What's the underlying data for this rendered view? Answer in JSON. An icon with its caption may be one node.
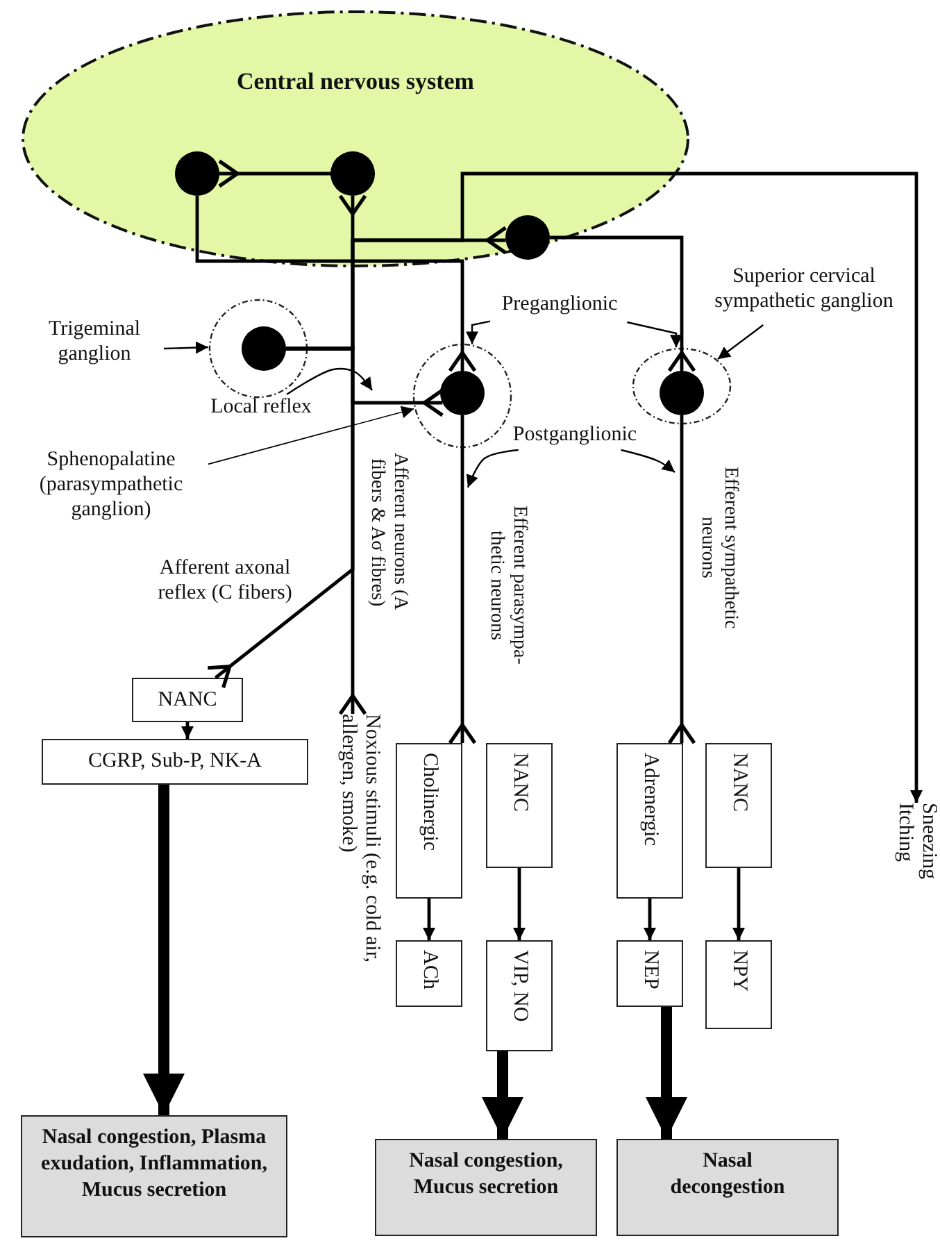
{
  "diagram": {
    "nodes": [
      {
        "text": [
          "Central nervous system"
        ]
      },
      {
        "text": [],
        "shape": "circle",
        "in": 0
      },
      {
        "text": [],
        "shape": "circle",
        "in": 0
      },
      {
        "text": [],
        "shape": "circle",
        "in": 0
      },
      {
        "text": [
          "Trigeminal ganglion"
        ]
      },
      {
        "text": [],
        "shape": "circle"
      },
      {
        "text": [],
        "shape": "circle",
        "in": 5
      },
      {
        "text": [
          "Preganglionic"
        ]
      },
      {
        "text": [
          "Superior cervical sympathetic ganglion"
        ]
      },
      {
        "text": [],
        "shape": "circle"
      },
      {
        "text": [],
        "shape": "circle",
        "in": 9
      },
      {
        "text": [],
        "shape": "circle"
      },
      {
        "text": [],
        "shape": "circle",
        "in": 11
      },
      {
        "text": [
          "Local reflex"
        ]
      },
      {
        "text": [
          "Sphenopalatine (parasympathetic ganglion)"
        ]
      },
      {
        "text": [
          "Postganglionic"
        ]
      },
      {
        "text": [
          "NANC"
        ]
      },
      {
        "text": [
          "CGRP, Sub-P, NK-A"
        ]
      },
      {
        "text": [
          "Noxious stimuli (e.g. cold air, allergen, smoke)"
        ]
      },
      {
        "text": [
          "Cholinergic"
        ]
      },
      {
        "text": [
          "NANC"
        ]
      },
      {
        "text": [
          "Adrenergic"
        ]
      },
      {
        "text": [
          "NANC"
        ]
      },
      {
        "text": [
          "Sneezing Itching"
        ]
      },
      {
        "text": [
          "ACh"
        ]
      },
      {
        "text": [
          "VIP, NO"
        ]
      },
      {
        "text": [
          "NEP"
        ]
      },
      {
        "text": [
          "NPY"
        ]
      },
      {
        "text": [
          "Nasal congestion, Plasma exudation, Inflammation, Mucus secretion"
        ]
      },
      {
        "text": [
          "Nasal congestion, Mucus secretion"
        ]
      },
      {
        "text": [
          "Nasal decongestion"
        ]
      }
    ],
    "edges": [
      {
        "from": 2,
        "to": 1,
        "arrow": "other"
      },
      {
        "from": 1,
        "to": 10,
        "arrow": "other"
      },
      {
        "from": 6,
        "to": 2,
        "arrow": "other"
      },
      {
        "from": 6,
        "to": 10,
        "arrow": "other"
      },
      {
        "from": 6,
        "to": 3,
        "arrow": "other"
      },
      {
        "from": 6,
        "to": 23,
        "arrow": "to"
      },
      {
        "from": 6,
        "to": 16,
        "arrow": "other"
      },
      {
        "from": 6,
        "to": 18,
        "arrow": "other"
      },
      {
        "from": 3,
        "to": 12,
        "arrow": "other"
      },
      {
        "from": 10,
        "to": 19,
        "arrow": "other"
      },
      {
        "from": 12,
        "to": 21,
        "arrow": "other"
      },
      {
        "from": 16,
        "to": 17,
        "arrow": "to"
      },
      {
        "from": 19,
        "to": 24,
        "arrow": "to"
      },
      {
        "from": 20,
        "to": 25,
        "arrow": "to"
      },
      {
        "from": 21,
        "to": 26,
        "arrow": "to"
      },
      {
        "from": 22,
        "to": 27,
        "arrow": "to"
      },
      {
        "from": 17,
        "to": 28,
        "arrow": "to",
        "style": "thick"
      },
      {
        "from": 25,
        "to": 29,
        "arrow": "to",
        "style": "thick"
      },
      {
        "from": 26,
        "to": 30,
        "arrow": "to",
        "style": "thick"
      },
      {
        "from": 4,
        "to": 5,
        "arrow": "to"
      },
      {
        "from": 7,
        "to": 9,
        "arrow": "to"
      },
      {
        "from": 7,
        "to": 11,
        "arrow": "to"
      },
      {
        "from": 8,
        "to": 11,
        "arrow": "to"
      },
      {
        "from": 13,
        "to": null,
        "arrow": "to"
      },
      {
        "from": 14,
        "to": 9,
        "arrow": "to"
      },
      {
        "from": 15,
        "to": null,
        "arrow": "to"
      },
      {
        "from": 15,
        "to": null,
        "arrow": "to"
      }
    ],
    "labels": [
      "Afferent neurons (A fibers & Aσ fibres)",
      "Afferent axonal reflex (C fibers)",
      "Efferent parasympa- thetic neurons",
      "Efferent sympathetic neurons"
    ]
  }
}
